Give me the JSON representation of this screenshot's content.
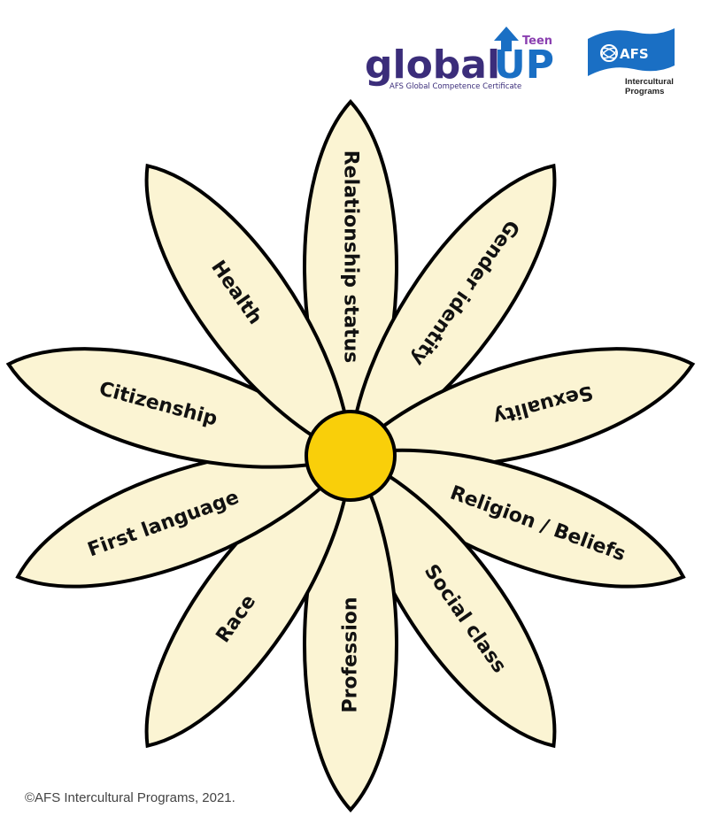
{
  "logos": {
    "global_up": {
      "word": "global",
      "up": "UP",
      "teen": "Teen",
      "tagline": "AFS Global Competence Certificate"
    },
    "afs": {
      "mark": "AFS",
      "line1": "Intercultural",
      "line2": "Programs"
    }
  },
  "colors": {
    "petal_fill": "#fbf4d3",
    "petal_stroke": "#000000",
    "center_fill": "#f9cf0a",
    "brand_purple": "#3b2d7a",
    "brand_blue": "#1a6fc4",
    "teen_purple": "#8a3fb0"
  },
  "petals": [
    {
      "id": "relationship-status",
      "label": "Relationship status"
    },
    {
      "id": "gender-identity",
      "label": "Gender identity"
    },
    {
      "id": "sexuality",
      "label": "Sexuality"
    },
    {
      "id": "religion-beliefs",
      "label": "Religion / Beliefs"
    },
    {
      "id": "social-class",
      "label": "Social class"
    },
    {
      "id": "profession",
      "label": "Profession"
    },
    {
      "id": "race",
      "label": "Race"
    },
    {
      "id": "first-language",
      "label": "First language"
    },
    {
      "id": "citizenship",
      "label": "Citizenship"
    },
    {
      "id": "health",
      "label": "Health"
    }
  ],
  "copyright": "©AFS Intercultural Programs, 2021."
}
